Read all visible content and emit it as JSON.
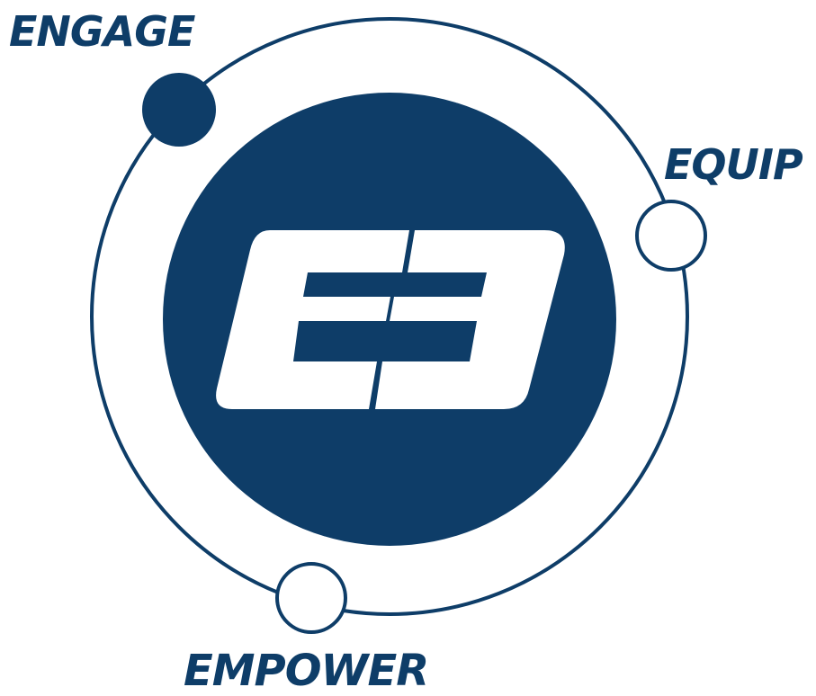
{
  "logo": {
    "text": "E3"
  },
  "stages": {
    "engage": "ENGAGE",
    "equip": "EQUIP",
    "empower": "EMPOWER"
  },
  "colors": {
    "primary": "#0e3d68",
    "background": "#ffffff",
    "mark": "#ffffff"
  },
  "icons": {
    "engage_node": "filled-circle",
    "equip_node": "outlined-circle",
    "empower_node": "outlined-circle"
  }
}
